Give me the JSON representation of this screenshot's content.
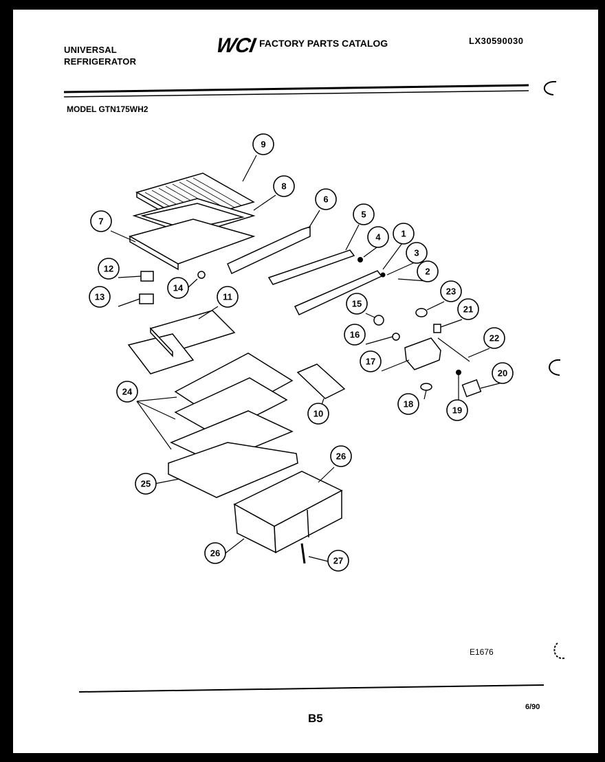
{
  "header": {
    "brand_line1": "UNIVERSAL",
    "brand_line2": "REFRIGERATOR",
    "logo_text": "WCI",
    "catalog_title": "FACTORY PARTS CATALOG",
    "document_number": "LX30590030",
    "model_label": "MODEL GTN175WH2"
  },
  "footer": {
    "drawing_code": "E1676",
    "page_number": "B5",
    "date": "6/90"
  },
  "callouts": [
    "1",
    "2",
    "3",
    "4",
    "5",
    "6",
    "7",
    "8",
    "9",
    "10",
    "11",
    "12",
    "13",
    "14",
    "15",
    "16",
    "17",
    "18",
    "19",
    "20",
    "21",
    "22",
    "23",
    "24",
    "25",
    "26",
    "26",
    "27"
  ]
}
